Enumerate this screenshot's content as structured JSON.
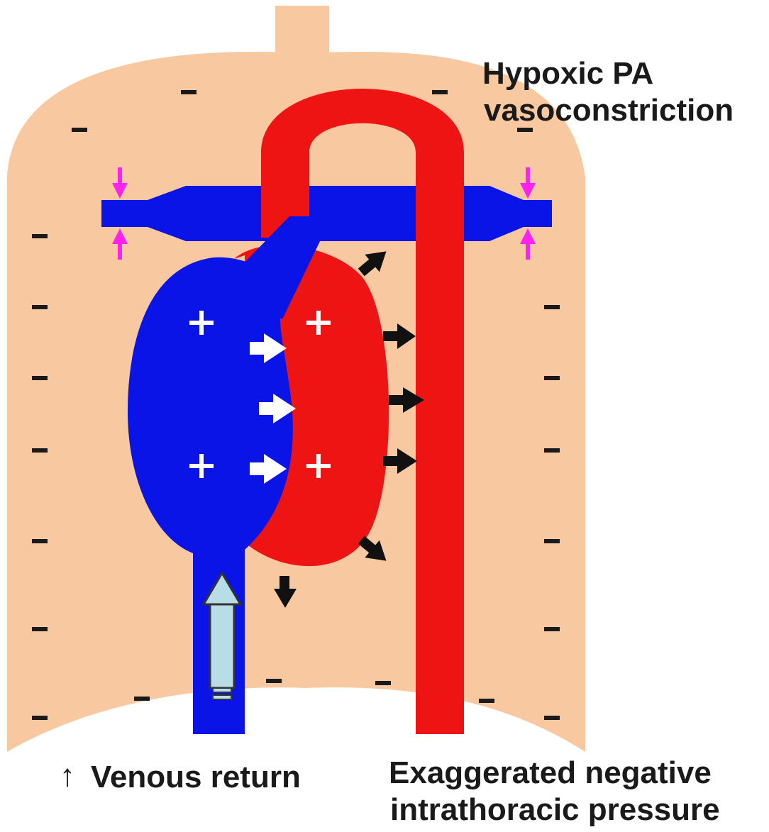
{
  "labels": {
    "hypoxic_line1": "Hypoxic PA",
    "hypoxic_line2": "vasoconstriction",
    "venous_arrow": "↑",
    "venous_text": "Venous return",
    "pressure_line1": "Exaggerated negative",
    "pressure_line2": "intrathoracic pressure"
  },
  "signs": {
    "negative": "-",
    "positive": "+"
  },
  "colors": {
    "thorax": "#f8c9a0",
    "venous": "#0a14e6",
    "arterial": "#ee1414",
    "compression": "#ff22ee",
    "inflow": "#b9dde6",
    "text": "#1a1a1a"
  }
}
